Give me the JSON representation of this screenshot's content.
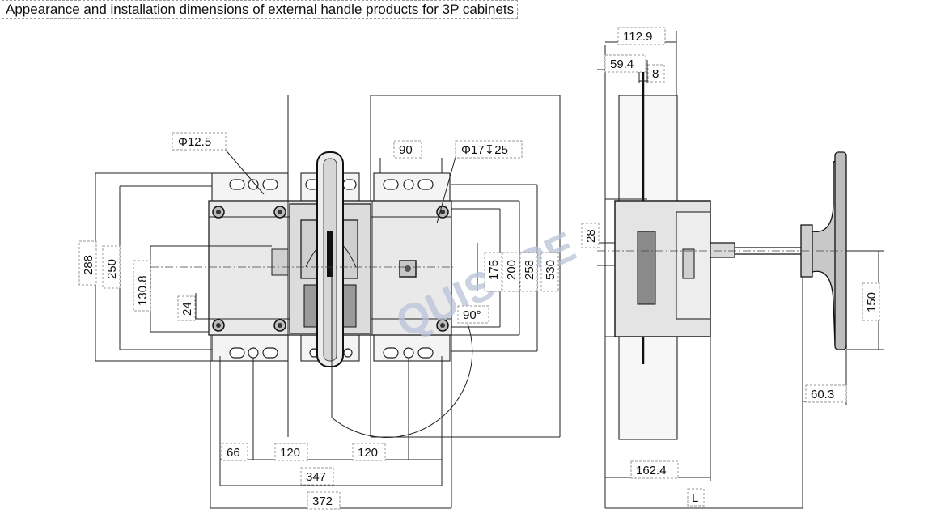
{
  "title": "Appearance and installation dimensions of external handle products for 3P cabinets",
  "watermark": "QUISURE",
  "front_view": {
    "labels": {
      "hole_dia": "Φ12.5",
      "pitch_top": "90",
      "hole_depth": "Φ17↧25",
      "angle": "90°",
      "h288": "288",
      "h250": "250",
      "h130_8": "130.8",
      "h24": "24",
      "h175": "175",
      "h200": "200",
      "h258": "258",
      "h530": "530",
      "w66": "66",
      "w120a": "120",
      "w120b": "120",
      "w347": "347",
      "w372": "372"
    }
  },
  "side_view": {
    "labels": {
      "d112_9": "112.9",
      "d59_4": "59.4",
      "d8": "8",
      "d28": "28",
      "d150": "150",
      "d60_3": "60.3",
      "d162_4": "162.4",
      "dL": "L"
    }
  }
}
